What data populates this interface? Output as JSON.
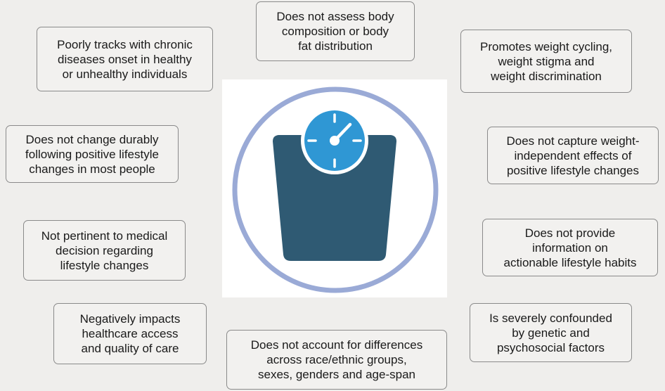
{
  "limitations": [
    {
      "id": "composition",
      "text": "Does not assess body\ncomposition or body\nfat distribution"
    },
    {
      "id": "chronic",
      "text": "Poorly tracks with chronic\ndiseases onset in healthy\nor unhealthy individuals"
    },
    {
      "id": "stigma",
      "text": "Promotes weight cycling,\nweight stigma and\nweight discrimination"
    },
    {
      "id": "durable",
      "text": "Does not change durably\nfollowing positive lifestyle\nchanges in most people"
    },
    {
      "id": "independent",
      "text": "Does not capture weight-\nindependent effects of\npositive lifestyle changes"
    },
    {
      "id": "pertinent",
      "text": "Not pertinent to medical\ndecision regarding\nlifestyle changes"
    },
    {
      "id": "actionable",
      "text": "Does not provide\ninformation on\nactionable lifestyle habits"
    },
    {
      "id": "healthcare",
      "text": "Negatively impacts\nhealthcare access\nand quality of care"
    },
    {
      "id": "confounded",
      "text": "Is severely confounded\nby genetic and\npsychosocial factors"
    },
    {
      "id": "differences",
      "text": "Does not account for differences\nacross race/ethnic groups,\nsexes, genders and age-span"
    }
  ],
  "colors": {
    "ring": "#9aaad6",
    "scale_body": "#2f5a73",
    "dial": "#2f97d4",
    "dial_marks": "#ffffff"
  },
  "icons": [
    "bathroom-scale-icon"
  ]
}
